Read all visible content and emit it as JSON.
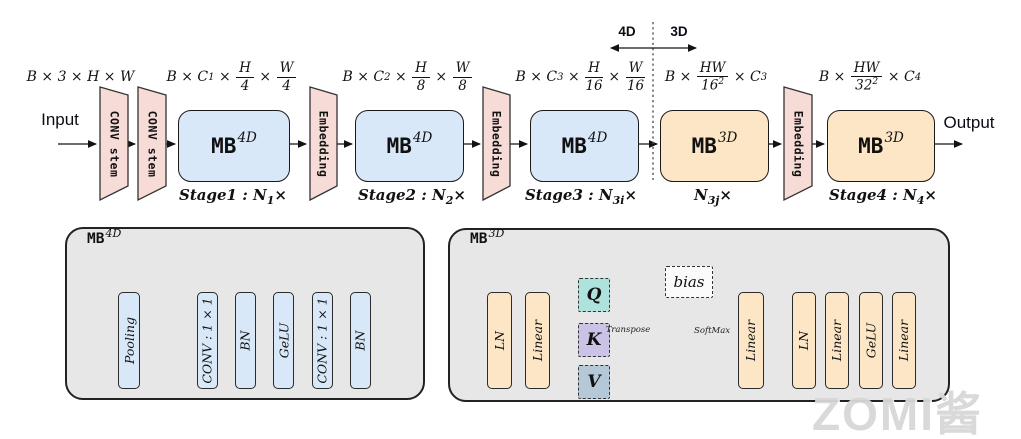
{
  "io": {
    "input": "Input",
    "output": "Output"
  },
  "phase": {
    "left": "4D",
    "right": "3D"
  },
  "trapezoids": {
    "conv_stem": "CONV stem",
    "embedding": "Embedding"
  },
  "blocks": {
    "mb4d": {
      "base": "MB",
      "sup": "4D"
    },
    "mb3d": {
      "base": "MB",
      "sup": "3D"
    }
  },
  "dims": [
    [
      {
        "s": "B × 3 × H × W"
      }
    ],
    [
      {
        "s": "B × C"
      },
      {
        "sub": "1"
      },
      {
        "s": " × "
      },
      {
        "frac": {
          "n": "H",
          "d": "4"
        }
      },
      {
        "s": " × "
      },
      {
        "frac": {
          "n": "W",
          "d": "4"
        }
      }
    ],
    [
      {
        "s": "B × C"
      },
      {
        "sub": "2"
      },
      {
        "s": " × "
      },
      {
        "frac": {
          "n": "H",
          "d": "8"
        }
      },
      {
        "s": " × "
      },
      {
        "frac": {
          "n": "W",
          "d": "8"
        }
      }
    ],
    [
      {
        "s": "B × C"
      },
      {
        "sub": "3"
      },
      {
        "s": " × "
      },
      {
        "frac": {
          "n": "H",
          "d": "16"
        }
      },
      {
        "s": " × "
      },
      {
        "frac": {
          "n": "W",
          "d": "16"
        }
      }
    ],
    [
      {
        "s": "B × "
      },
      {
        "frac": {
          "n": "HW",
          "d": "16",
          "dsup": "2"
        }
      },
      {
        "s": " × C"
      },
      {
        "sub": "3"
      }
    ],
    [
      {
        "s": "B × "
      },
      {
        "frac": {
          "n": "HW",
          "d": "32",
          "dsup": "2"
        }
      },
      {
        "s": " × C"
      },
      {
        "sub": "4"
      }
    ]
  ],
  "stages": [
    [
      {
        "s": "Stage1 : N"
      },
      {
        "sub": "1"
      },
      {
        "s": "×"
      }
    ],
    [
      {
        "s": "Stage2 : N"
      },
      {
        "sub": "2"
      },
      {
        "s": "×"
      }
    ],
    [
      {
        "s": "Stage3 : N"
      },
      {
        "sub": "3i"
      },
      {
        "s": "×"
      }
    ],
    [
      {
        "s": "N"
      },
      {
        "sub": "3j"
      },
      {
        "s": "×"
      }
    ],
    [
      {
        "s": "Stage4 : N"
      },
      {
        "sub": "4"
      },
      {
        "s": "×"
      }
    ]
  ],
  "mb4d_panel": {
    "title_base": "MB",
    "title_sup": "4D",
    "boxes": [
      "Pooling",
      "CONV : 1 × 1",
      "BN",
      "GeLU",
      "CONV : 1 × 1",
      "BN"
    ]
  },
  "mb3d_panel": {
    "title_base": "MB",
    "title_sup": "3D",
    "ln1": "LN",
    "linear1": "Linear",
    "q": "Q",
    "k": "K",
    "v": "V",
    "bias": "bias",
    "transpose": "Transpose",
    "softmax": "SoftMax",
    "linear2": "Linear",
    "ln2": "LN",
    "linear3": "Linear",
    "gelu": "GeLU",
    "linear4": "Linear"
  },
  "watermark": "ZOMI酱",
  "colors": {
    "mb4d_fill": "#d9e8f8",
    "mb3d_fill": "#fce6c6",
    "trapezoid_fill": "#f7dbd7",
    "panel_fill": "#e7e7e7",
    "inner_blue": "#d9e8f8",
    "inner_orange": "#fce6c6",
    "q_fill": "#aee3dd",
    "k_fill": "#cbc3e6",
    "v_fill": "#b5c8d7",
    "bias_fill": "#fbfbfb",
    "line_color": "#151515"
  }
}
